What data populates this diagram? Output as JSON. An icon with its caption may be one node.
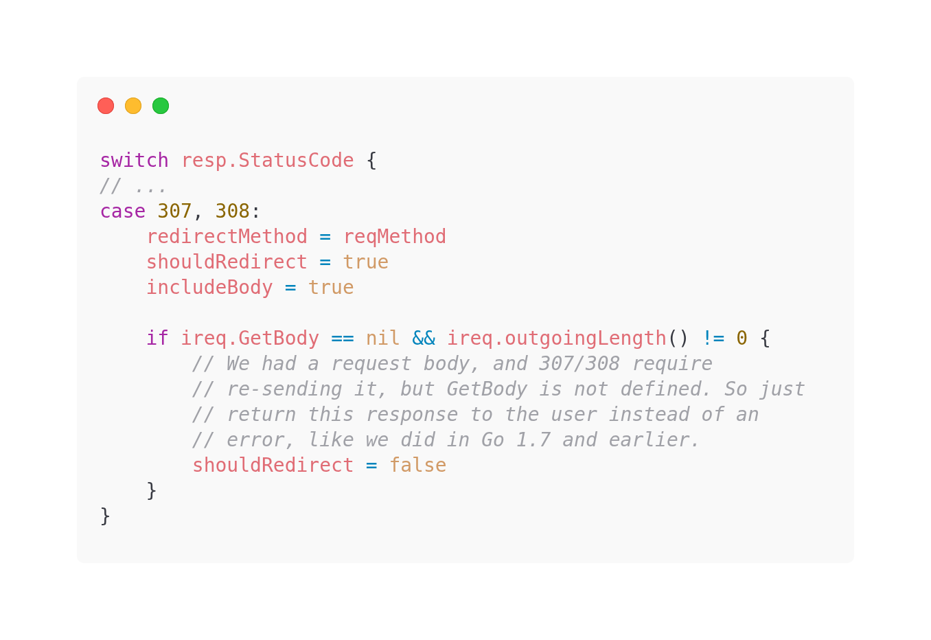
{
  "diagram": {
    "labels": [
      "switch resp.StatusCode {",
      "// ...",
      "case 307, 308:",
      "redirectMethod = reqMethod",
      "shouldRedirect = true",
      "includeBody = true",
      "if ireq.GetBody == nil && ireq.outgoingLength() != 0 {",
      "// We had a request body, and 307/308 require",
      "// re-sending it, but GetBody is not defined. So just",
      "// return this response to the user instead of an",
      "// error, like we did in Go 1.7 and earlier.",
      "shouldRedirect = false",
      "}",
      "}"
    ]
  }
}
